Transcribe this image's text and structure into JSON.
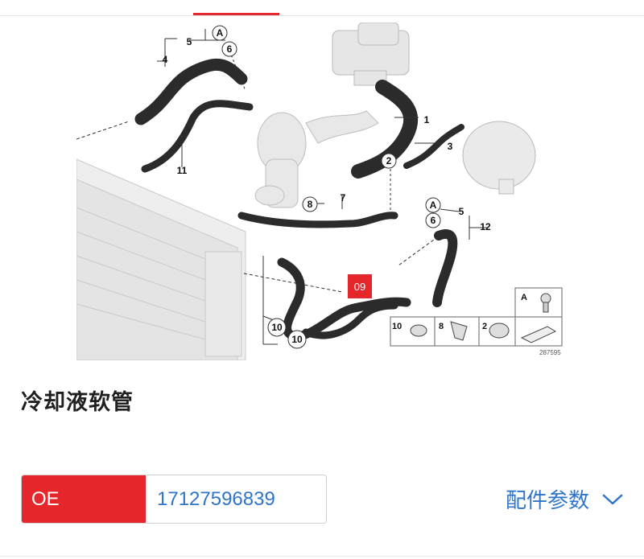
{
  "diagram": {
    "code": "287595",
    "highlight_label": "09",
    "callouts": [
      "A",
      "5",
      "6",
      "4",
      "1",
      "2",
      "3",
      "11",
      "8",
      "7",
      "12",
      "10",
      "10"
    ],
    "legend": [
      "A",
      "10",
      "8",
      "2"
    ]
  },
  "part": {
    "title": "冷却液软管",
    "oe_label": "OE",
    "oe_number": "17127596839"
  },
  "params_button": {
    "label": "配件参数",
    "icon": "chevron-down-icon"
  },
  "colors": {
    "accent": "#e5262b",
    "link": "#2f74c8"
  }
}
